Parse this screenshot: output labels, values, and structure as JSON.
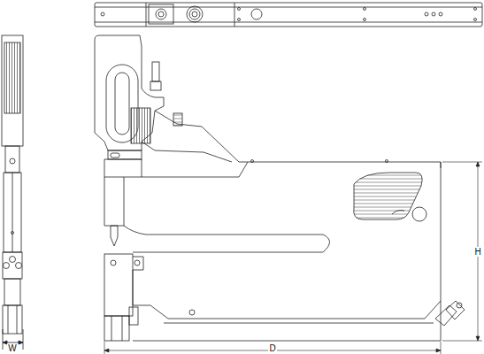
{
  "diagram": {
    "labels": [
      "W",
      "H",
      "D"
    ]
  }
}
